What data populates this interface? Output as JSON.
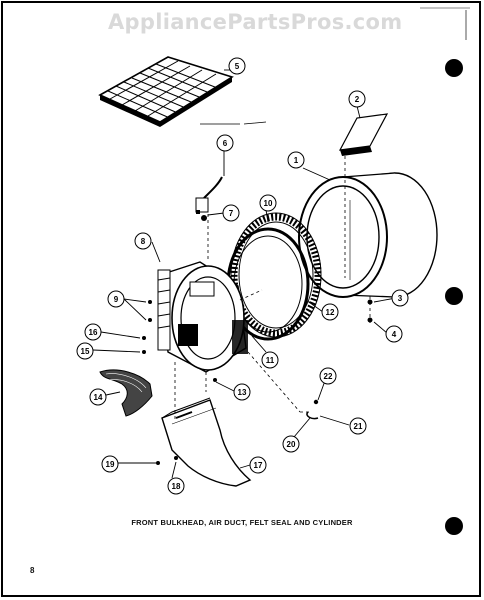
{
  "watermark": "AppliancePartsPros.com",
  "caption": "FRONT BULKHEAD, AIR DUCT, FELT SEAL AND CYLINDER",
  "page_number": "8",
  "callouts": [
    "1",
    "2",
    "3",
    "4",
    "5",
    "6",
    "7",
    "8",
    "9",
    "10",
    "11",
    "12",
    "13",
    "14",
    "15",
    "16",
    "17",
    "18",
    "19",
    "20",
    "21",
    "22"
  ]
}
